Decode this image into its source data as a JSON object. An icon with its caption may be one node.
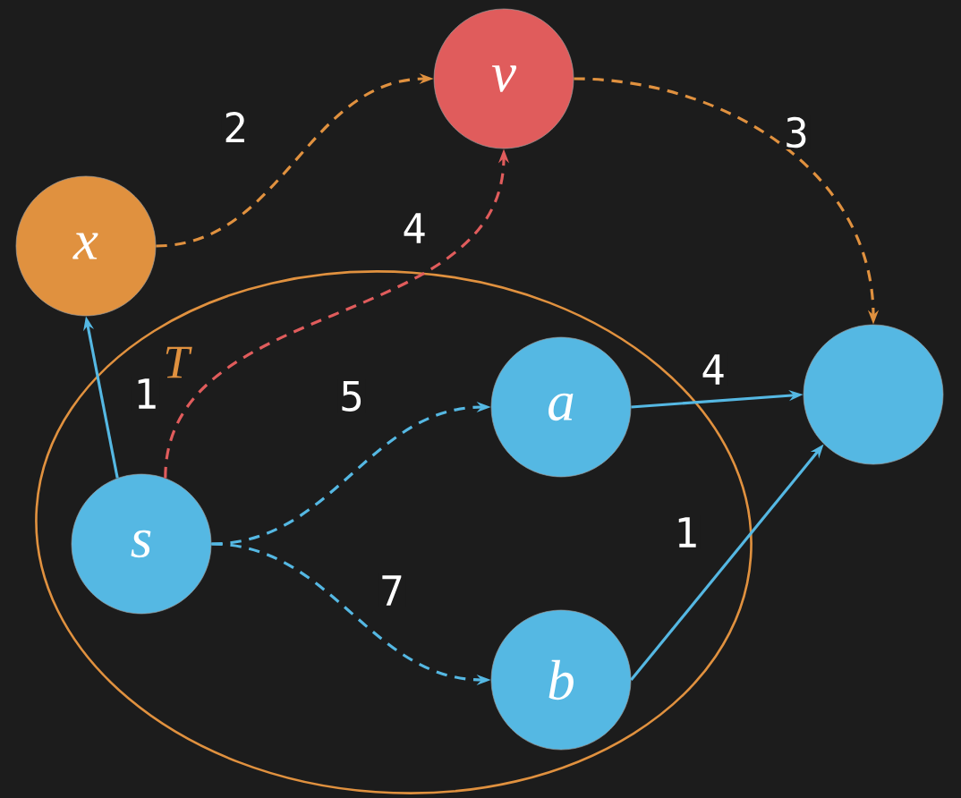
{
  "diagram": {
    "nodes": [
      {
        "text": [
          "v"
        ]
      },
      {
        "text": [
          "x"
        ]
      },
      {
        "text": [
          "T"
        ]
      },
      {
        "text": [
          "a"
        ],
        "in": 2
      },
      {
        "text": [],
        "shape": "circle"
      },
      {
        "text": [
          "s"
        ],
        "in": 2
      },
      {
        "text": [
          "b"
        ],
        "in": 2
      }
    ],
    "edges": [
      {
        "from": 1,
        "to": 0,
        "arrow": "to",
        "label": "2",
        "style": "dashed",
        "color": "#e0913f"
      },
      {
        "from": 0,
        "to": 4,
        "arrow": "to",
        "label": "3",
        "style": "dashed",
        "color": "#e0913f"
      },
      {
        "from": 5,
        "to": 0,
        "arrow": "to",
        "label": "4",
        "style": "dashed",
        "color": "#e05c5c"
      },
      {
        "from": 5,
        "to": 1,
        "arrow": "to",
        "label": "1"
      },
      {
        "from": 5,
        "to": 3,
        "arrow": "to",
        "label": "5",
        "style": "dashed"
      },
      {
        "from": 5,
        "to": 6,
        "arrow": "to",
        "label": "7",
        "style": "dashed"
      },
      {
        "from": 3,
        "to": 4,
        "arrow": "to",
        "label": "4"
      },
      {
        "from": 6,
        "to": 4,
        "arrow": "to",
        "label": "1"
      }
    ]
  }
}
